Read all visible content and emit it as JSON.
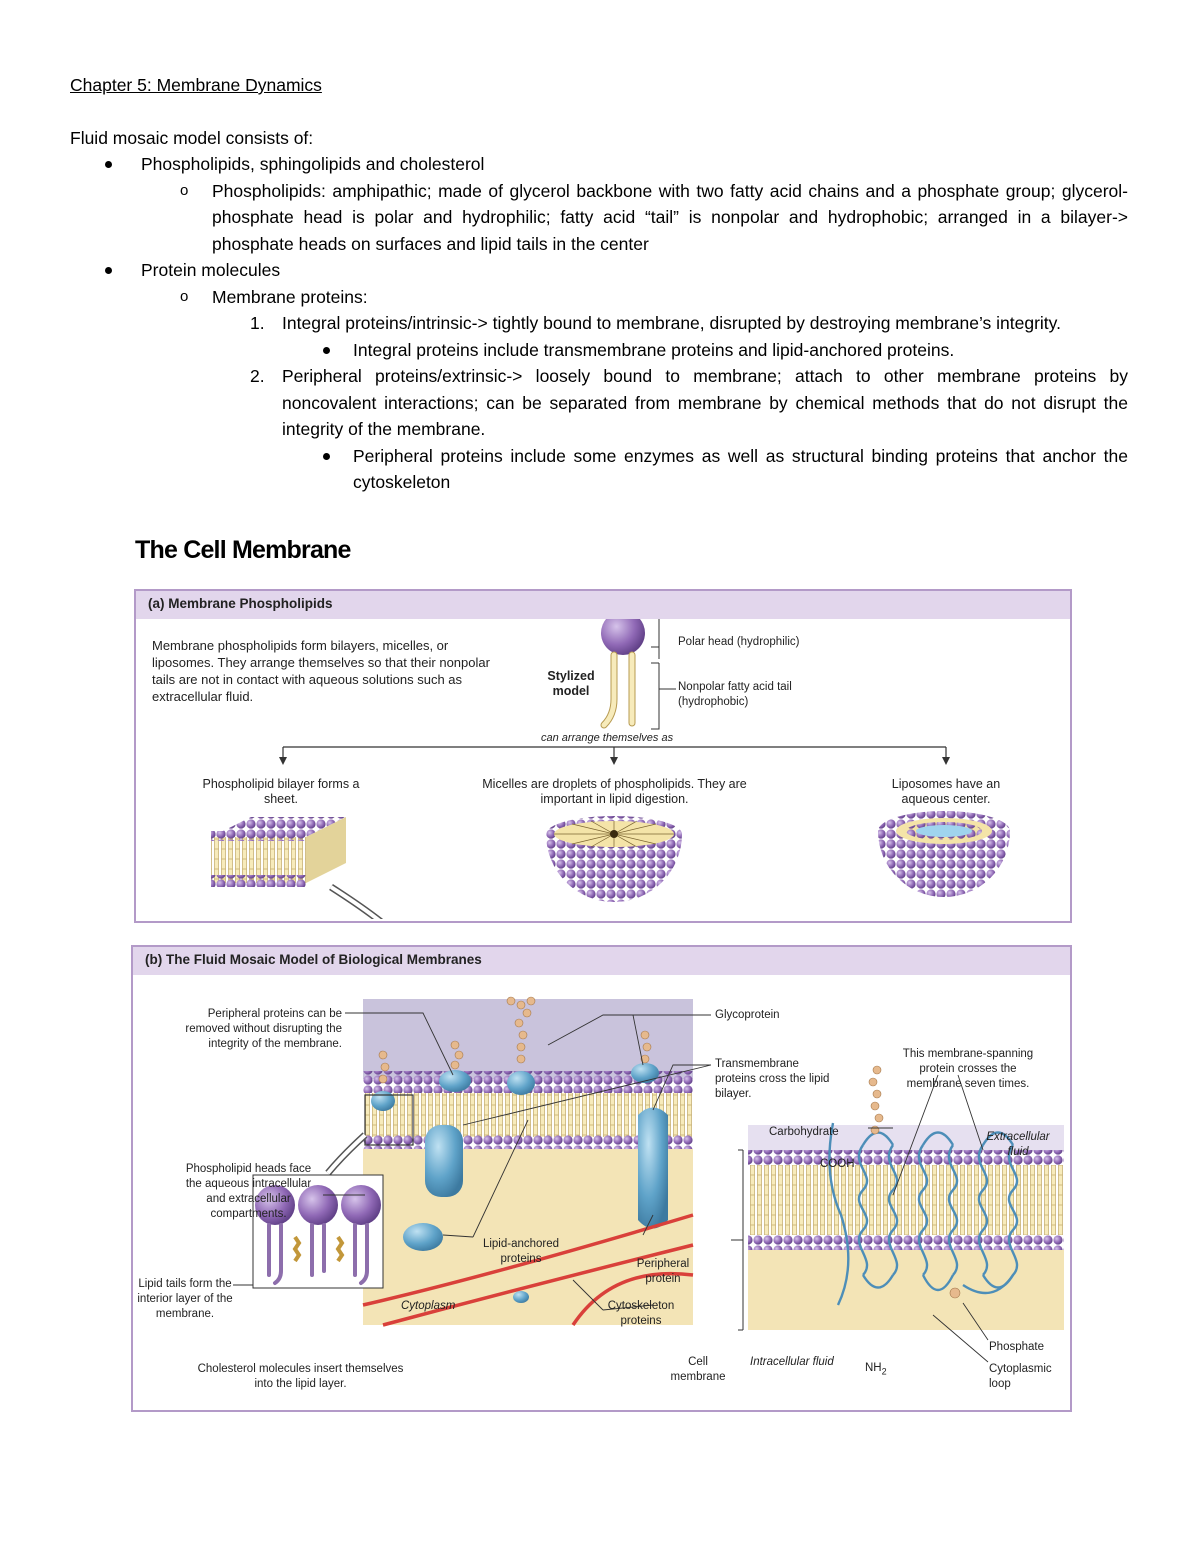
{
  "notes": {
    "title": "Chapter 5: Membrane Dynamics",
    "intro": "Fluid mosaic model consists of:",
    "bullet1": "Phospholipids, sphingolipids and cholesterol",
    "bullet1_sub": "Phospholipids: amphipathic; made of glycerol backbone with two fatty acid chains and a phosphate group; glycerol-phosphate head is polar and hydrophilic; fatty acid “tail” is nonpolar and hydrophobic; arranged in a bilayer-> phosphate heads on surfaces and lipid tails in the center",
    "bullet2": "Protein molecules",
    "bullet2_sub": "Membrane proteins:",
    "item1": "Integral proteins/intrinsic-> tightly bound to membrane, disrupted by destroying membrane’s integrity.",
    "item1_sub": "Integral proteins include transmembrane proteins and lipid-anchored proteins.",
    "item2": "Peripheral proteins/extrinsic-> loosely bound to membrane; attach to other membrane proteins by noncovalent interactions; can be separated from membrane by chemical methods that do not disrupt the integrity of the membrane.",
    "item2_sub": "Peripheral proteins include some enzymes as well as structural binding proteins that anchor the cytoskeleton",
    "marker_o": "o",
    "num1": "1.",
    "num2": "2."
  },
  "figure": {
    "title": "The Cell Membrane",
    "panel_a": {
      "header": "(a) Membrane Phospholipids",
      "description": "Membrane phospholipids form bilayers, micelles, or liposomes. They arrange themselves so that their nonpolar tails are not in contact with aqueous solutions such as extracellular fluid.",
      "stylized_model": "Stylized model",
      "polar_head": "Polar head (hydrophilic)",
      "nonpolar_tail": "Nonpolar fatty acid tail (hydrophobic)",
      "arrange_caption": "can arrange themselves as",
      "bilayer_label": "Phospholipid bilayer forms a sheet.",
      "micelle_label": "Micelles are droplets of phospholipids. They are important in lipid digestion.",
      "liposome_label": "Liposomes have an aqueous center."
    },
    "panel_b": {
      "header": "(b) The Fluid Mosaic Model of Biological Membranes",
      "peripheral_removed": "Peripheral proteins can be removed without disrupting the integrity of the membrane.",
      "heads_face": "Phospholipid heads face the aqueous intracellular and extracellular compartments.",
      "lipid_tails": "Lipid tails form the interior layer of the membrane.",
      "cholesterol": "Cholesterol molecules insert themselves into the lipid layer.",
      "glycoprotein": "Glycoprotein",
      "transmembrane": "Transmembrane proteins cross the lipid bilayer.",
      "lipid_anchored": "Lipid-anchored proteins",
      "peripheral_protein": "Peripheral protein",
      "cytoplasm": "Cytoplasm",
      "cytoskeleton": "Cytoskeleton proteins",
      "spanning": "This membrane-spanning protein crosses the membrane seven times.",
      "carbohydrate": "Carbohydrate",
      "cooh": "COOH",
      "extracellular": "Extracellular fluid",
      "cell_membrane": "Cell membrane",
      "intracellular": "Intracellular fluid",
      "nh2": "NH",
      "nh2_sub": "2",
      "phosphate": "Phosphate",
      "cytoplasmic_loop": "Cytoplasmic loop"
    }
  },
  "colors": {
    "panel_border": "#b39ac8",
    "panel_header": "#e2d6ec",
    "lipid_head": "#9069b6",
    "lipid_tail": "#f4e4a8",
    "protein": "#5fa3c9",
    "cytoskeleton": "#d9403a"
  }
}
